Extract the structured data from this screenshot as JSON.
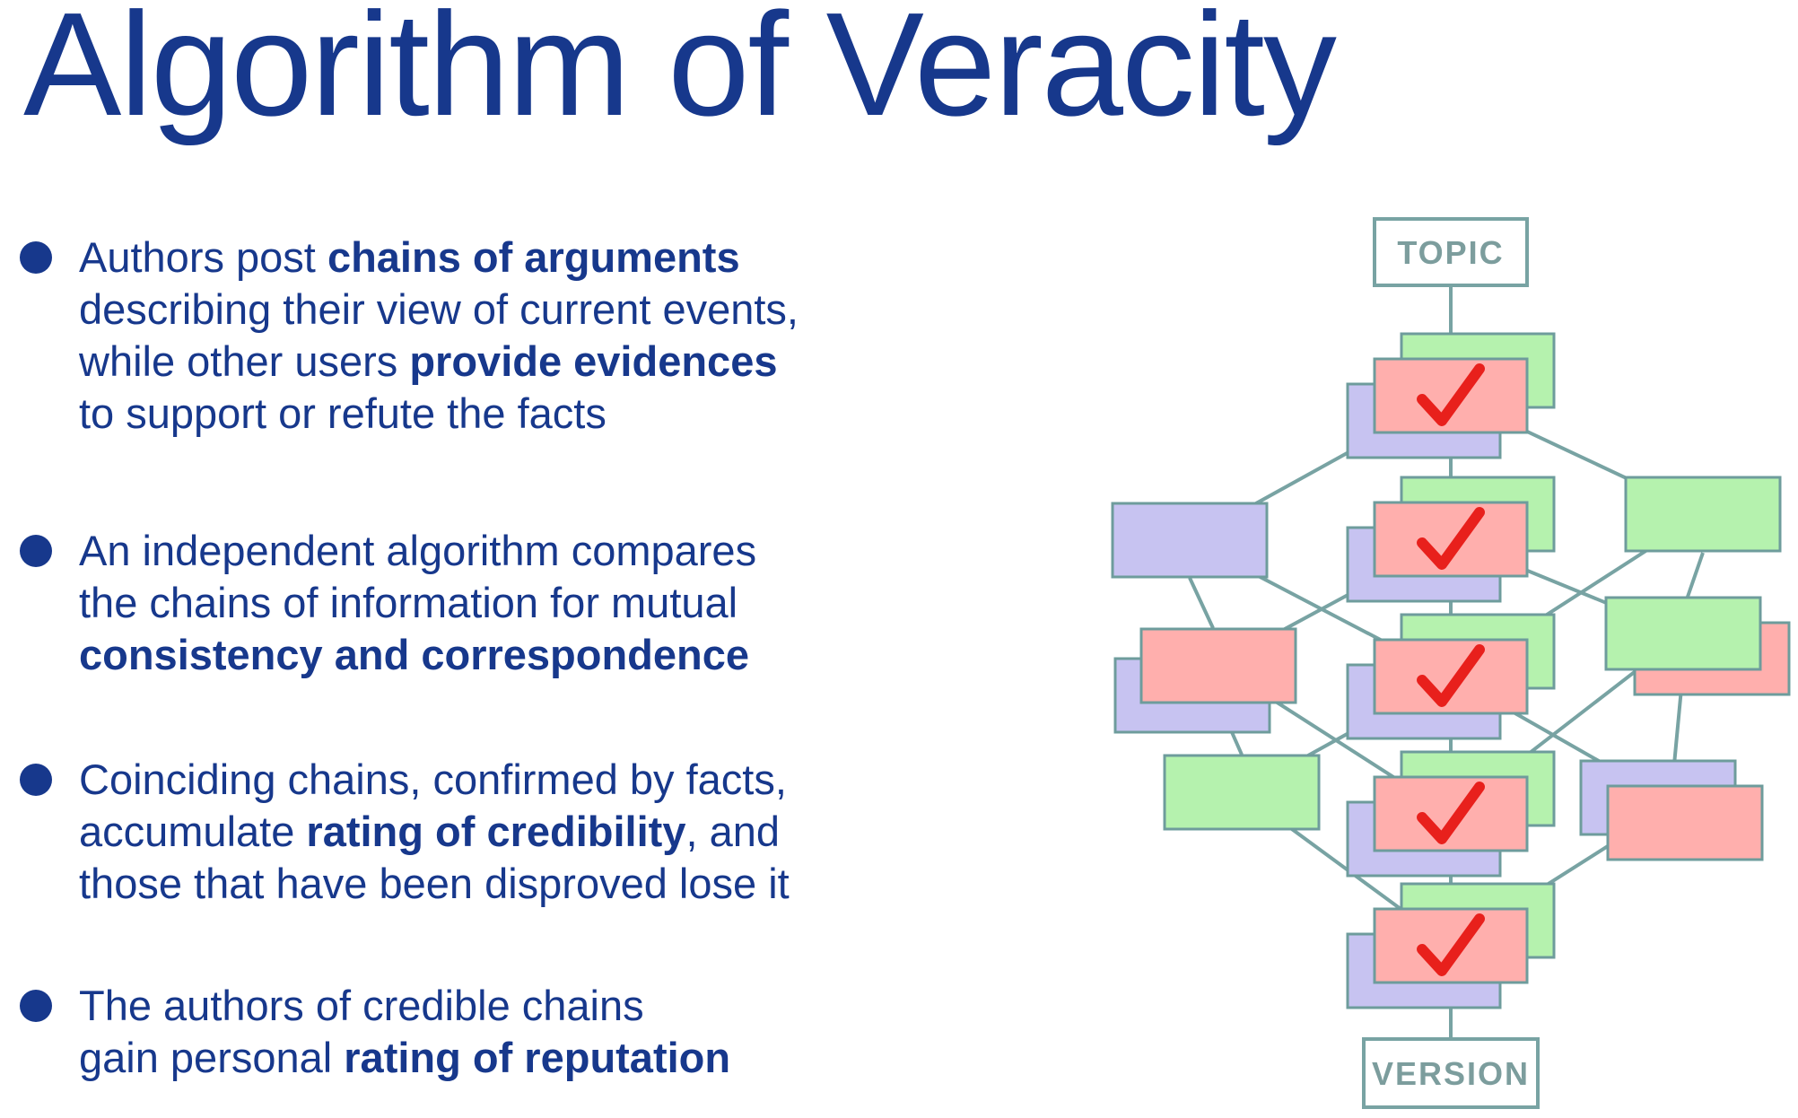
{
  "title": "Algorithm of Veracity",
  "colors": {
    "heading_text": "#17388C",
    "body_text": "#17388C",
    "diagram_line": "#78A3A3",
    "card_border": "#6E9C9C",
    "card_pink": "#FFAFAD",
    "card_purple": "#C7C3F1",
    "card_green": "#B5F2AE",
    "check_red": "#E8201C",
    "label_teal": "#7C9D9D"
  },
  "bullets": [
    {
      "lines": [
        {
          "pre": "Authors post ",
          "bold": "chains of arguments"
        },
        {
          "pre": "describing their view of current events,"
        },
        {
          "pre": "while other users ",
          "bold": "provide evidences"
        },
        {
          "pre": "to support or refute the facts"
        }
      ]
    },
    {
      "lines": [
        {
          "pre": "An independent algorithm compares"
        },
        {
          "pre": "the chains of information for mutual"
        },
        {
          "bold": "consistency and correspondence"
        }
      ]
    },
    {
      "lines": [
        {
          "pre": "Coinciding chains, confirmed by facts,"
        },
        {
          "pre": "accumulate ",
          "bold": "rating of credibility",
          "post": ", and"
        },
        {
          "pre": "those that have been disproved lose it"
        }
      ]
    },
    {
      "lines": [
        {
          "pre": "The authors of credible chains"
        },
        {
          "pre": "gain personal ",
          "bold": "rating of reputation"
        }
      ]
    }
  ],
  "diagram": {
    "topic_label": "TOPIC",
    "version_label": "VERSION"
  }
}
